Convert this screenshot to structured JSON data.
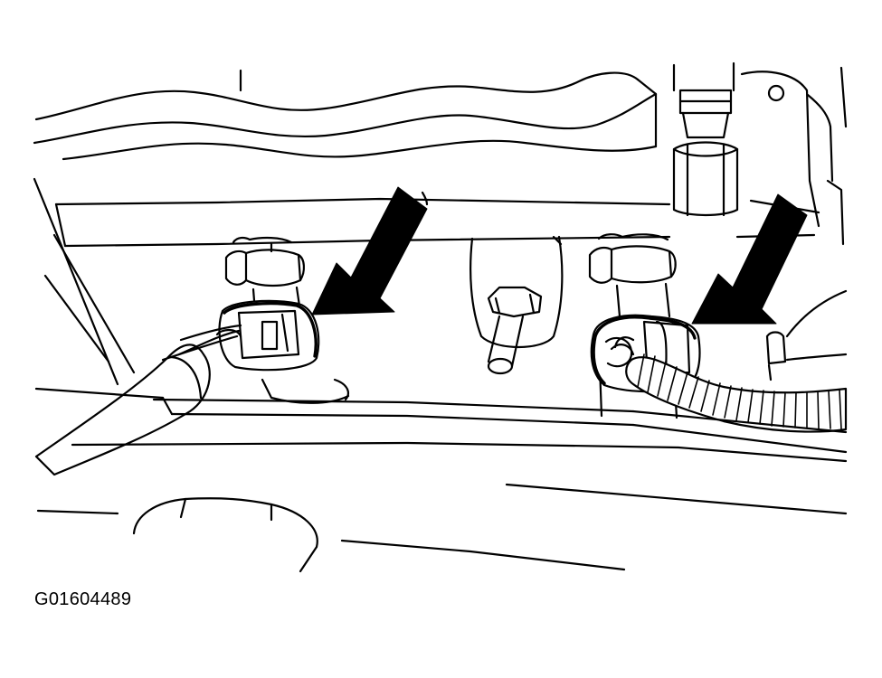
{
  "figure": {
    "id_label": "G01604489",
    "style": "black line art on white background",
    "foreground_color": "#000000",
    "background_color": "#ffffff"
  },
  "callouts": [
    {
      "name": "left-pointer-arrow",
      "points_to": "left-sensor-connector"
    },
    {
      "name": "right-pointer-arrow",
      "points_to": "right-sensor-connector"
    }
  ]
}
